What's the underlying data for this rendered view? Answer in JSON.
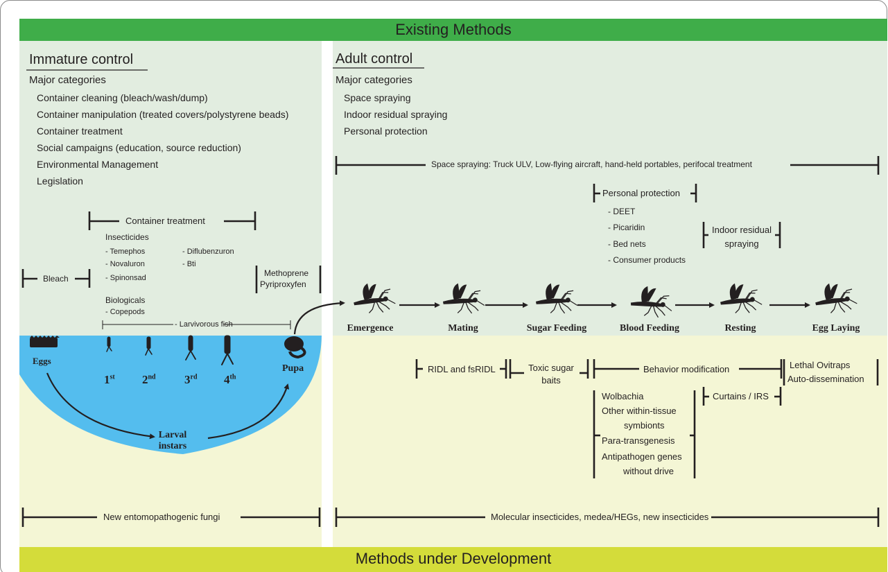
{
  "colors": {
    "green_banner": "#3fad49",
    "green_bg": "#e2ede0",
    "yellow_banner": "#d4dc3a",
    "yellow_bg": "#f4f6d5",
    "water": "#54bdee",
    "ink": "#231f20"
  },
  "banners": {
    "top": "Existing Methods",
    "bottom": "Methods under Development"
  },
  "immature": {
    "heading": "Immature control",
    "categories_label": "Major categories",
    "categories": [
      "Container cleaning (bleach/wash/dump)",
      "Container manipulation (treated covers/polystyrene beads)",
      "Container treatment",
      "Social campaigns (education, source reduction)",
      "Environmental Management",
      "Legislation"
    ],
    "container_treatment": "Container treatment",
    "insecticides_label": "Insecticides",
    "insecticides_col1": [
      "- Temephos",
      "- Novaluron",
      "- Spinonsad"
    ],
    "insecticides_col2": [
      "- Diflubenzuron",
      "- Bti"
    ],
    "bleach": "Bleach",
    "methoprene": "Methoprene",
    "pyriproxyfen": "Pyriproxyfen",
    "biologicals_label": "Biologicals",
    "copepods": "- Copepods",
    "larvivorous": "- Larvivorous fish",
    "eggs": "Eggs",
    "pupa": "Pupa",
    "instars": [
      {
        "n": "1",
        "sup": "st"
      },
      {
        "n": "2",
        "sup": "nd"
      },
      {
        "n": "3",
        "sup": "rd"
      },
      {
        "n": "4",
        "sup": "th"
      }
    ],
    "larval_line1": "Larval",
    "larval_line2": "instars",
    "fungi": "New entomopathogenic fungi"
  },
  "adult": {
    "heading": "Adult control",
    "categories_label": "Major categories",
    "categories": [
      "Space spraying",
      "Indoor residual spraying",
      "Personal protection"
    ],
    "space_spraying": "Space spraying:  Truck ULV, Low-flying aircraft, hand-held portables, perifocal treatment",
    "personal_protection": "Personal protection",
    "pp_items": [
      "- DEET",
      "- Picaridin",
      "- Bed nets",
      "- Consumer products"
    ],
    "irs_line1": "Indoor residual",
    "irs_line2": "spraying",
    "stages": [
      "Emergence",
      "Mating",
      "Sugar Feeding",
      "Blood Feeding",
      "Resting",
      "Egg Laying"
    ],
    "ridl": "RIDL and fsRIDL",
    "tsb_line1": "Toxic sugar",
    "tsb_line2": "baits",
    "behavior": "Behavior modification",
    "ovitraps": "Lethal Ovitraps",
    "autodiss": "Auto-dissemination",
    "curtains": "Curtains / IRS",
    "symbionts": [
      "Wolbachia",
      "Other within-tissue",
      "symbionts",
      "Para-transgenesis",
      "Antipathogen genes",
      "without drive"
    ],
    "molecular": "Molecular insecticides, medea/HEGs, new insecticides"
  }
}
